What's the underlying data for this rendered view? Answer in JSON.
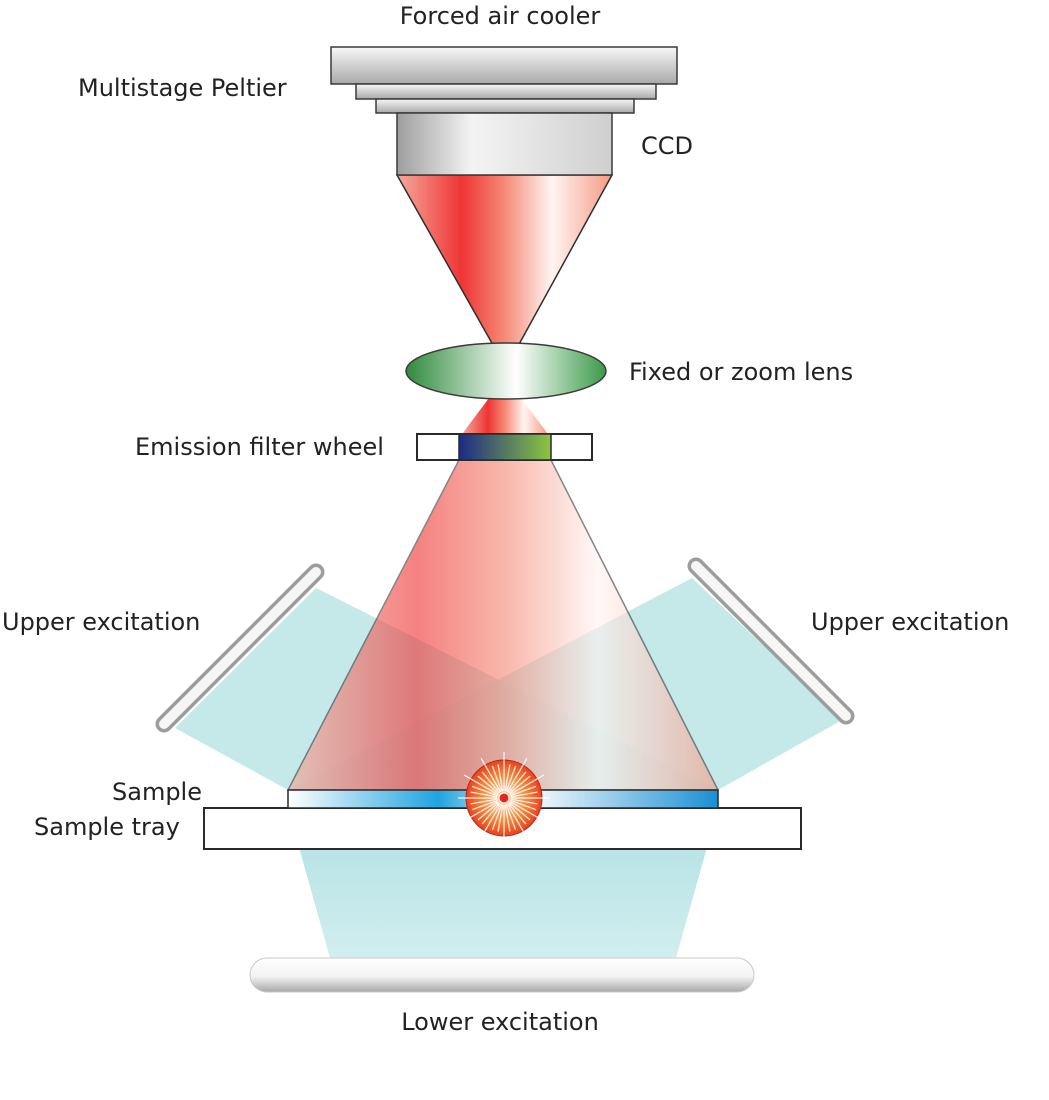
{
  "labels": {
    "forced_air_cooler": "Forced air cooler",
    "multistage_peltier": "Multistage Peltier",
    "ccd": "CCD",
    "lens": "Fixed or zoom lens",
    "emission_filter_wheel": "Emission filter wheel",
    "upper_excitation_left": "Upper excitation",
    "upper_excitation_right": "Upper excitation",
    "sample": "Sample",
    "sample_tray": "Sample tray",
    "lower_excitation": "Lower excitation"
  },
  "colors": {
    "emission_red": "#ef3a3a",
    "excitation_cyan": "#b9e4e6",
    "sample_blue": "#1fa3df",
    "lens_green": "#2e8b3c",
    "filter_blue": "#1e2f8a",
    "filter_green": "#8cc63f",
    "metal_gray": "#b5b5b5"
  }
}
